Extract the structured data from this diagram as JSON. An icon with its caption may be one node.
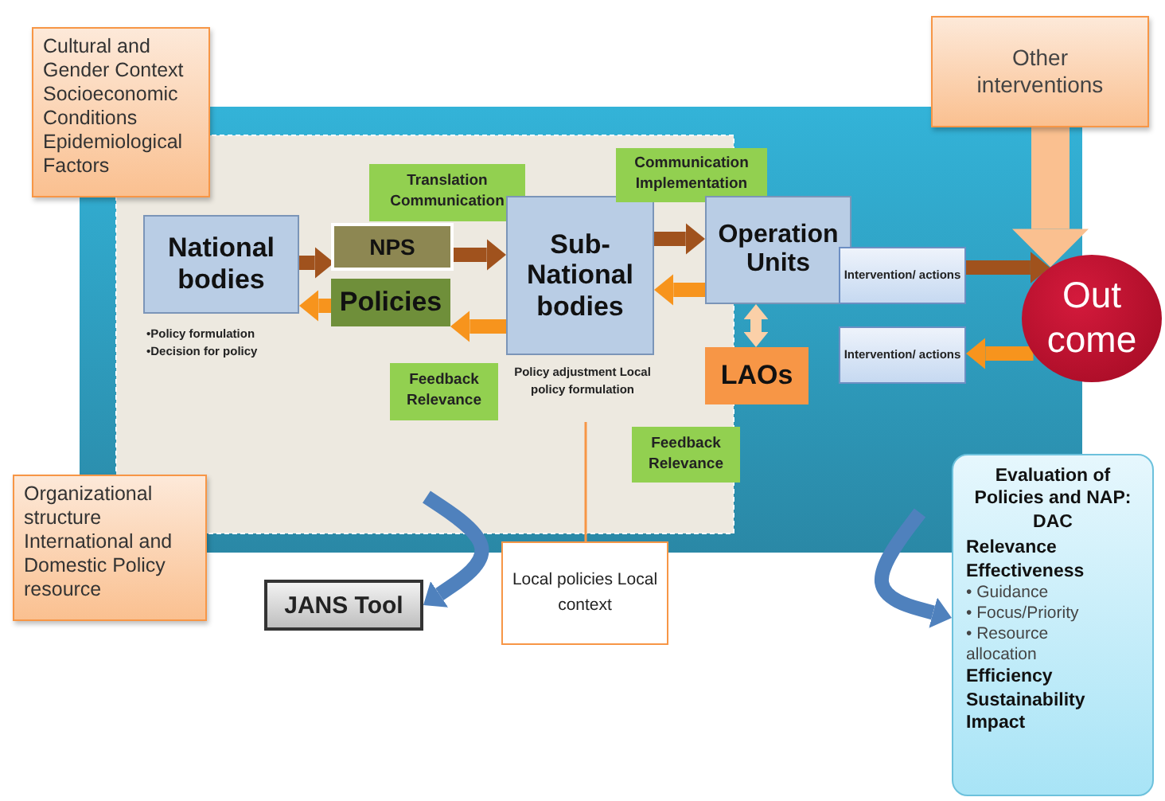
{
  "diagram": {
    "nodes": [
      {
        "text": [
          "Cultural and Gender Context",
          "Socioeconomic Conditions",
          "Epidemiological Factors"
        ]
      },
      {
        "text": [
          "Other interventions"
        ]
      },
      {
        "text": [
          "National bodies"
        ],
        "beside": [
          "•Policy formulation",
          "•Decision  for policy"
        ]
      },
      {
        "text": [
          "NPS"
        ]
      },
      {
        "text": [
          "Policies"
        ]
      },
      {
        "text": [
          "Translation Communication"
        ]
      },
      {
        "text": [
          "Sub-National bodies"
        ],
        "beside": [
          "Policy adjustment Local policy formulation"
        ]
      },
      {
        "text": [
          "Feedback Relevance"
        ]
      },
      {
        "text": [
          "Communication Implementation"
        ]
      },
      {
        "text": [
          "Operation Units"
        ]
      },
      {
        "text": [
          "LAOs"
        ]
      },
      {
        "text": [
          "Feedback Relevance"
        ]
      },
      {
        "text": [
          "Intervention/ actions"
        ]
      },
      {
        "text": [
          "Intervention/ actions"
        ]
      },
      {
        "text": [
          "Out come"
        ]
      },
      {
        "text": [
          "Organizational structure",
          "International and Domestic Policy resource"
        ]
      },
      {
        "text": [
          "JANS Tool"
        ]
      },
      {
        "text": [
          "Local policies Local context"
        ]
      },
      {
        "text": [
          "Evaluation of Policies and NAP: DAC",
          "Relevance",
          "Effectiveness",
          "• Guidance",
          "• Focus/Priority",
          "• Resource allocation",
          "Efficiency",
          "Sustainability",
          "Impact"
        ]
      }
    ],
    "edges": [
      {
        "from": 2,
        "to": 3,
        "arrow": "to"
      },
      {
        "from": 4,
        "to": 2,
        "arrow": "to",
        "color": "#f7941d"
      },
      {
        "from": 3,
        "to": 6,
        "arrow": "to"
      },
      {
        "from": 6,
        "to": 4,
        "arrow": "to",
        "color": "#f7941d"
      },
      {
        "from": 6,
        "to": 9,
        "arrow": "to"
      },
      {
        "from": 9,
        "to": 6,
        "arrow": "to",
        "color": "#f7941d"
      },
      {
        "from": 9,
        "to": 10,
        "arrow": "both",
        "color": "#fbd0a8"
      },
      {
        "from": 12,
        "to": 14,
        "arrow": "to"
      },
      {
        "from": 14,
        "to": 13,
        "arrow": "to",
        "color": "#f7941d"
      },
      {
        "from": 1,
        "to": 14,
        "arrow": "to",
        "style": "thick",
        "color": "#fac090"
      },
      {
        "from": null,
        "to": 16,
        "arrow": "to",
        "color": "#4f81bd"
      },
      {
        "from": null,
        "to": 18,
        "arrow": "to",
        "color": "#4f81bd"
      },
      {
        "from": 6,
        "to": 17,
        "arrow": "none",
        "color": "#f79646"
      }
    ]
  }
}
